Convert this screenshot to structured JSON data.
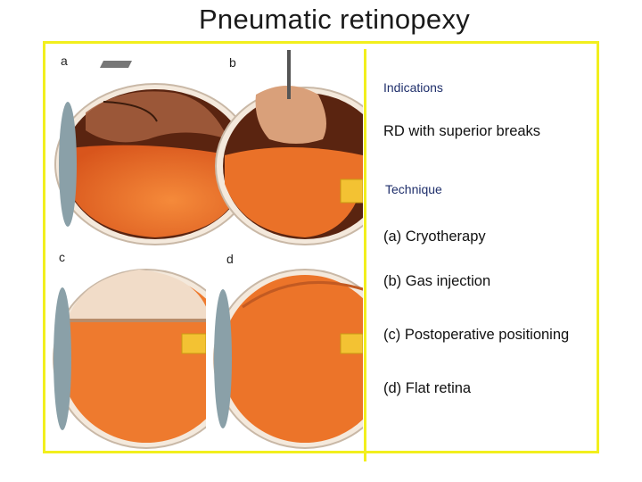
{
  "title": "Pneumatic retinopexy",
  "panels": [
    {
      "label": "a"
    },
    {
      "label": "b"
    },
    {
      "label": "c"
    },
    {
      "label": "d"
    }
  ],
  "indications_heading": "Indications",
  "indication": "RD with superior breaks",
  "technique_heading": "Technique",
  "steps": [
    "(a) Cryotherapy",
    "(b) Gas injection",
    "(c) Postoperative positioning",
    "(d) Flat retina"
  ],
  "colors": {
    "frame": "#f2ef1d",
    "retina": "#ee7a2e",
    "choroid": "#6b2a12",
    "optic_nerve": "#f3c233"
  }
}
